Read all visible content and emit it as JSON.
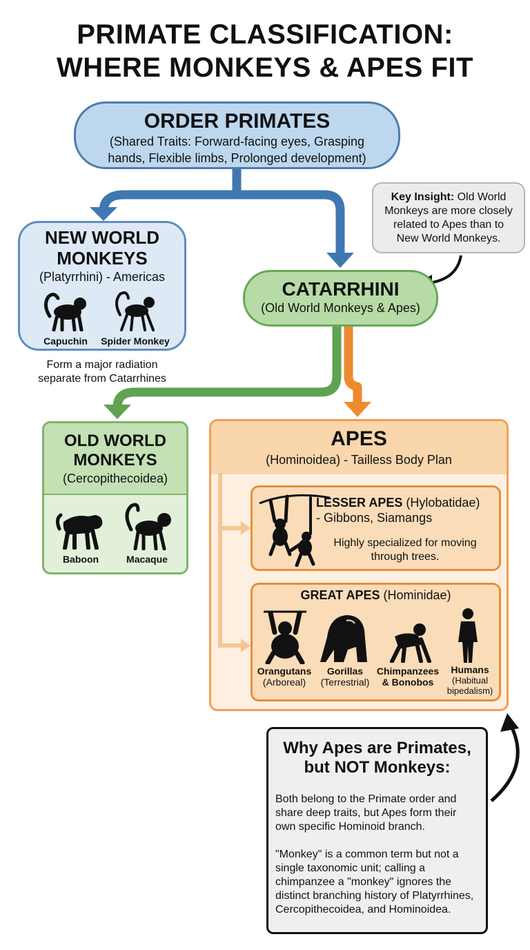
{
  "title": {
    "line1": "PRIMATE CLASSIFICATION:",
    "line2": "WHERE MONKEYS & APES FIT"
  },
  "primates": {
    "heading": "ORDER PRIMATES",
    "traits_line1": "(Shared Traits: Forward-facing eyes, Grasping",
    "traits_line2": "hands, Flexible limbs, Prolonged development)"
  },
  "new_world": {
    "heading_line1": "NEW WORLD",
    "heading_line2": "MONKEYS",
    "subtitle": "(Platyrrhini) - Americas",
    "animals": [
      "Capuchin",
      "Spider Monkey"
    ],
    "note_line1": "Form a major radiation",
    "note_line2": "separate from Catarrhines"
  },
  "insight": {
    "label": "Key Insight:",
    "line1": " Old World",
    "line2": "Monkeys are more closely",
    "line3": "related to Apes than to",
    "line4": "New World Monkeys."
  },
  "catarrhini": {
    "heading": "CATARRHINI",
    "subtitle": "(Old World Monkeys & Apes)"
  },
  "old_world": {
    "heading_line1": "OLD WORLD",
    "heading_line2": "MONKEYS",
    "subtitle": "(Cercopithecoidea)",
    "animals": [
      "Baboon",
      "Macaque"
    ]
  },
  "apes": {
    "heading": "APES",
    "subtitle": "(Hominoidea) - Tailless Body Plan",
    "lesser": {
      "heading_bold": "LESSER APES",
      "heading_rest": " (Hylobatidae)",
      "line2": "- Gibbons, Siamangs",
      "desc_line1": "Highly specialized for moving",
      "desc_line2": "through trees."
    },
    "great": {
      "heading_bold": "GREAT APES",
      "heading_rest": " (Hominidae)",
      "members": [
        {
          "name": "Orangutans",
          "note": "(Arboreal)"
        },
        {
          "name": "Gorillas",
          "note": "(Terrestrial)"
        },
        {
          "name": "Chimpanzees",
          "name2": "& Bonobos"
        },
        {
          "name": "Humans",
          "note": "(Habitual",
          "note2": "bipedalism)"
        }
      ]
    }
  },
  "why": {
    "heading_line1": "Why Apes are Primates,",
    "heading_line2": "but NOT Monkeys:",
    "para1": [
      "Both belong to the Primate order and",
      "share deep traits, but Apes form their",
      "own specific Hominoid branch."
    ],
    "para2": [
      "\"Monkey\" is a common term but not a",
      "single taxonomic unit; calling a",
      "chimpanzee a \"monkey\" ignores the",
      "distinct branching history of Platyrrhines,",
      "Cercopithecoidea, and Hominoidea."
    ]
  },
  "colors": {
    "blue_stroke": "#4d7cad",
    "blue_fill": "#bcd7ee",
    "green_stroke": "#68a658",
    "green_fill": "#b7dba6",
    "orange_stroke": "#f0a054",
    "orange_fill": "#f9d6ac",
    "arrow_blue": "#3f78b0",
    "arrow_green": "#5fa352",
    "arrow_orange": "#ee8a2e"
  }
}
